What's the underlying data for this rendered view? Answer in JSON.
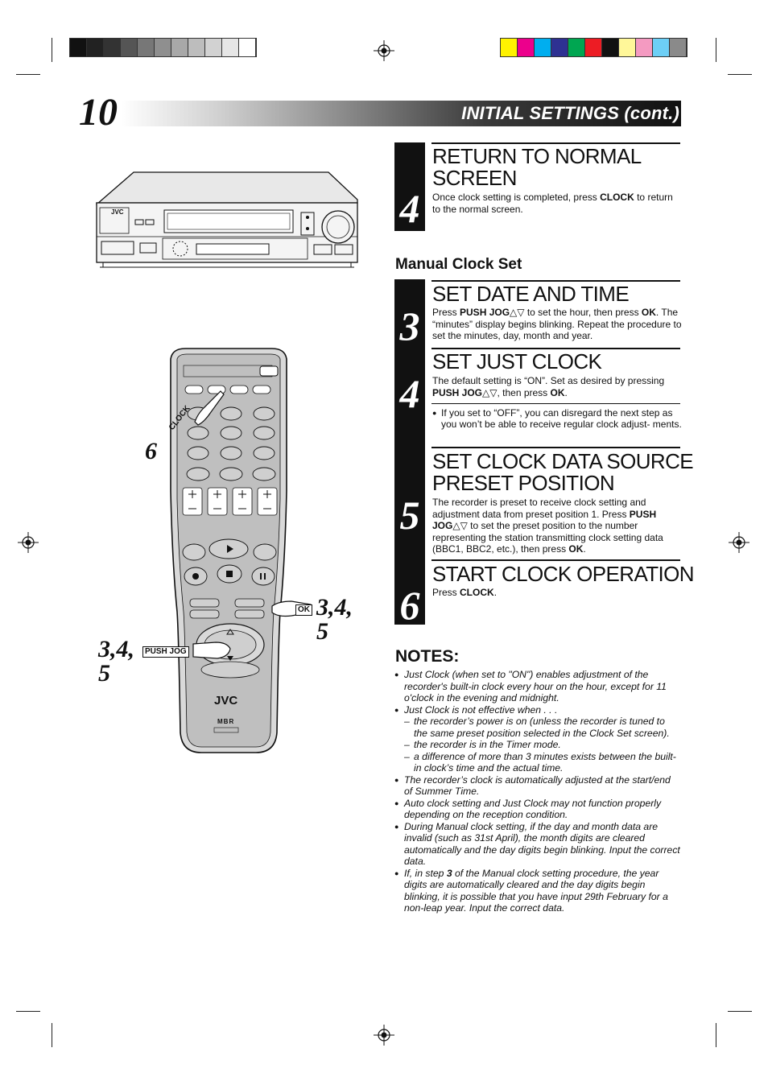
{
  "page": {
    "number": "10",
    "section_title": "INITIAL SETTINGS (cont.)"
  },
  "colors": {
    "grays": [
      "#111111",
      "#222222",
      "#333333",
      "#555555",
      "#777777",
      "#8f8f8f",
      "#a8a8a8",
      "#bdbdbd",
      "#d2d2d2",
      "#e6e6e6",
      "#ffffff"
    ],
    "process": [
      "#fff200",
      "#ec008c",
      "#00aeef",
      "#2e3192",
      "#00a651",
      "#ed1c24",
      "#111111",
      "#fff799",
      "#f49ac1",
      "#6dcff6",
      "#8a8a8a"
    ]
  },
  "steps_top": [
    {
      "num": "4",
      "title_line1": "RETURN TO NORMAL",
      "title_line2": "SCREEN",
      "text_a": "Once clock setting is completed, press ",
      "text_b": "CLOCK",
      "text_c": " to return to the normal screen."
    }
  ],
  "manual_clock_set": "Manual Clock Set",
  "step3": {
    "num": "3",
    "title": "SET DATE AND TIME",
    "t1": "Press ",
    "t2": "PUSH JOG",
    "t3": "△▽ to set the hour, then press ",
    "t4": "OK",
    "t5": ". The “minutes” display begins blinking. Repeat the procedure to set the minutes, day, month and year."
  },
  "step4": {
    "num": "4",
    "title": "SET JUST CLOCK",
    "t1": "The default setting is “ON”. Set as desired by pressing ",
    "t2": "PUSH JOG",
    "t3": "△▽, then press ",
    "t4": "OK",
    "t5": ".",
    "bullet": "If you set to “OFF”, you can disregard the next step as you won’t be able to receive regular clock adjust- ments."
  },
  "step5": {
    "num": "5",
    "title_line1": "SET CLOCK DATA SOURCE",
    "title_line2": "PRESET POSITION",
    "t1": "The recorder is preset to receive clock setting and adjustment data from preset position 1. Press ",
    "t2": "PUSH JOG",
    "t3": "△▽ to set the preset position to the number representing the station transmitting clock setting data (BBC1, BBC2, etc.), then press ",
    "t4": "OK",
    "t5": "."
  },
  "step6": {
    "num": "6",
    "title": "START CLOCK OPERATION",
    "t1": "Press ",
    "t2": "CLOCK",
    "t3": "."
  },
  "notes_heading": "NOTES:",
  "notes": [
    "Just Clock (when set to \"ON\") enables adjustment of the recorder's built-in clock every hour on the hour, except for 11 o'clock in the evening and midnight.",
    "Just Clock is not effective when . . .",
    "the recorder’s power is on (unless the recorder is tuned to the same preset position selected in the Clock Set screen).",
    "the recorder is in the Timer mode.",
    "a difference of more than 3 minutes exists between the built-in clock’s time and the actual time.",
    "The recorder’s clock is automatically adjusted at the start/end of Summer Time.",
    "Auto clock setting and Just Clock may not function properly depending on the reception condition.",
    "During Manual clock setting, if the day and month data are invalid (such as 31st April), the month digits are cleared automatically and the day digits begin blinking. Input the correct data.",
    "If, in step ",
    "3",
    " of the Manual clock setting procedure, the year digits are automatically cleared and the day digits begin blinking, it is possible that you have input 29th February for a non-leap year. Input the correct data."
  ],
  "illustration": {
    "vcr_brand": "JVC",
    "remote_brand": "JVC",
    "remote_logo": "MBR",
    "label_clock": "CLOCK",
    "label_ok": "OK",
    "label_push_jog": "PUSH JOG",
    "callout_6": "6",
    "callout_ok_a": "3,4,",
    "callout_ok_b": "5",
    "callout_jog_a": "3,4,",
    "callout_jog_b": "5"
  }
}
